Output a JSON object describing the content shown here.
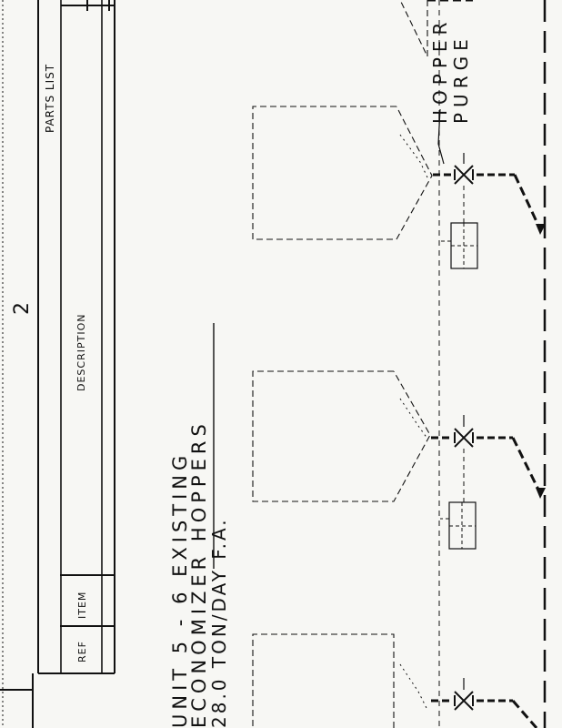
{
  "parts_list": {
    "zone_number": "2",
    "title": "PARTS LIST",
    "columns": {
      "description": "DESCRIPTION",
      "item": "ITEM",
      "ref": "REF"
    }
  },
  "note": {
    "line1": "UNIT 5 - 6 EXISTING",
    "line2": "ECONOMIZER HOPPERS",
    "line3": "28.0 TON/DAY F.A."
  },
  "callout": {
    "line1": "HOPPER",
    "line2": "PURGE"
  }
}
